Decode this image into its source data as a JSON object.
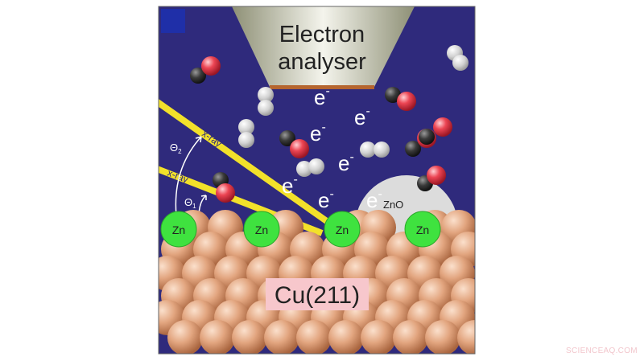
{
  "diagram": {
    "analyser_label_line1": "Electron",
    "analyser_label_line2": "analyser",
    "xray_label_upper": "x-ray",
    "xray_label_lower": "x-ray",
    "theta2": "Θ",
    "theta2_sub": "2",
    "theta1": "Θ",
    "theta1_sub": "1",
    "zn_labels": [
      "Zn",
      "Zn",
      "Zn",
      "Zn"
    ],
    "zno_label": "ZnO",
    "surface_label": "Cu(211)",
    "electron_symbol": "e",
    "electron_charge": "-",
    "colors": {
      "background": "#2f2a7c",
      "xray": "#f2e12a",
      "zinc": "#3fe23f",
      "copper": "#e0a57e",
      "oxygen": "#e8404e",
      "carbon": "#333333",
      "hydrogen": "#d8d8d8",
      "zno": "#dcdcdc"
    }
  },
  "watermark": "SCIENCEAQ.COM"
}
